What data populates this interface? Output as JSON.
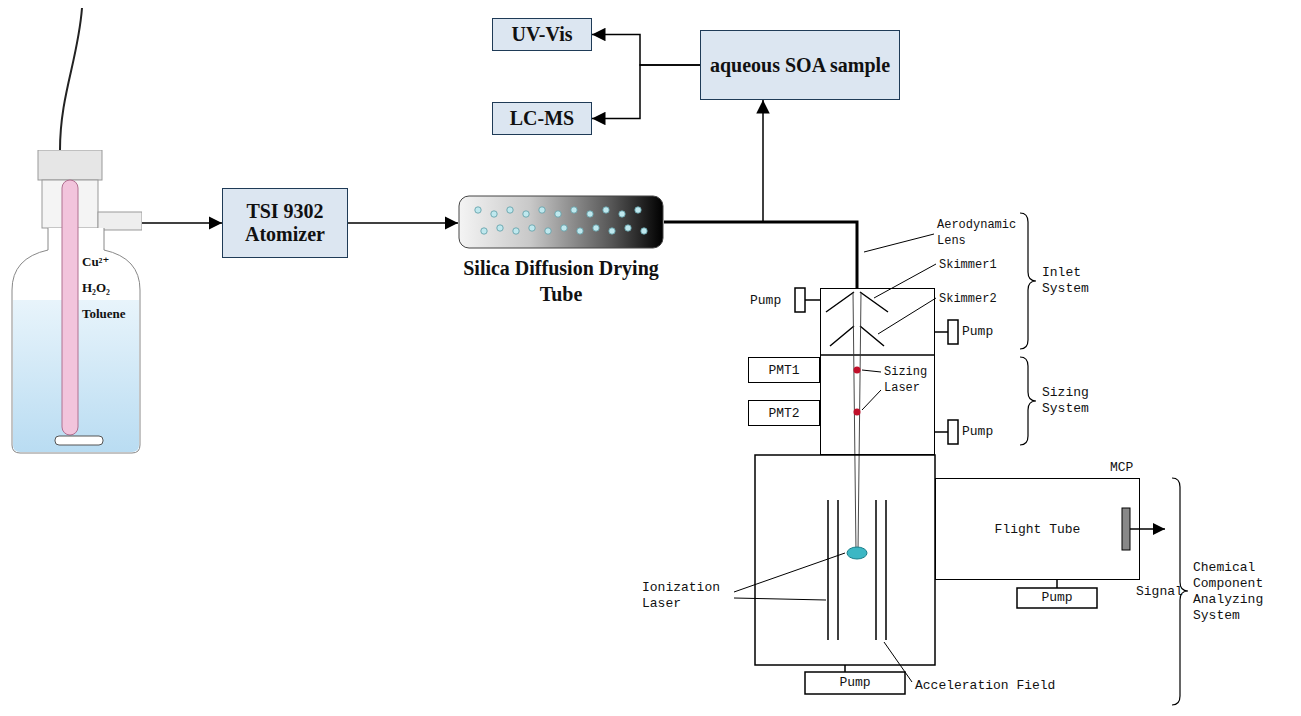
{
  "diagram": {
    "nodes": [
      {
        "text": [
          "Cu²⁺",
          "H₂O₂",
          "Toluene"
        ]
      },
      {
        "text": [
          "TSI 9302 Atomizer"
        ]
      },
      {
        "text": [
          "Silica Diffusion Drying Tube"
        ]
      },
      {
        "text": [
          "aqueous SOA sample"
        ]
      },
      {
        "text": [
          "UV-Vis"
        ]
      },
      {
        "text": [
          "LC-MS"
        ]
      },
      {
        "text": [
          "Aerodynamic Lens",
          "Skimmer1",
          "Skimmer2",
          "Sizing Laser"
        ]
      },
      {
        "text": [
          "PMT1"
        ]
      },
      {
        "text": [
          "PMT2"
        ]
      },
      {
        "text": [
          "Flight Tube"
        ]
      }
    ],
    "edges": [
      {
        "from": 0,
        "to": 1,
        "arrow": "to"
      },
      {
        "from": 1,
        "to": 2,
        "arrow": "to"
      },
      {
        "from": 2,
        "to": 3,
        "arrow": "to"
      },
      {
        "from": 2,
        "to": 6,
        "arrow": "none"
      },
      {
        "from": 3,
        "to": 4,
        "arrow": "to"
      },
      {
        "from": 3,
        "to": 5,
        "arrow": "to"
      }
    ],
    "labels": [
      "Inlet System",
      "Sizing System",
      "Chemical Component Analyzing System",
      "Pump",
      "Pump",
      "Pump",
      "Pump",
      "Pump",
      "Ionization Laser",
      "Acceleration Field",
      "MCP",
      "Signal"
    ]
  }
}
